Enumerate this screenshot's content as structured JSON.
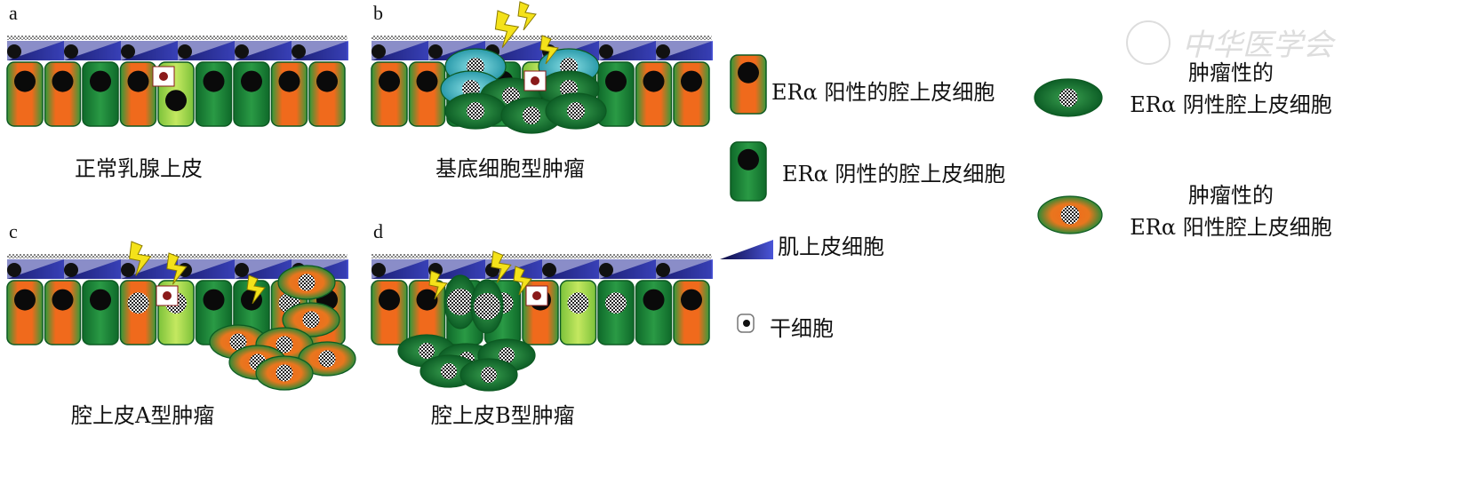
{
  "panels": [
    {
      "letter": "a",
      "caption": "正常乳腺上皮"
    },
    {
      "letter": "b",
      "caption": "基底细胞型肿瘤"
    },
    {
      "letter": "c",
      "caption": "腔上皮A型肿瘤"
    },
    {
      "letter": "d",
      "caption": "腔上皮B型肿瘤"
    }
  ],
  "legend": {
    "er_pos_luminal": "ERα 阳性的腔上皮细胞",
    "er_neg_luminal": "ERα 阴性的腔上皮细胞",
    "myoepithelial": "肌上皮细胞",
    "stem_cell": "干细胞",
    "tumor_neg_line1": "肿瘤性的",
    "tumor_neg_line2": "ERα 阴性腔上皮细胞",
    "tumor_pos_line1": "肿瘤性的",
    "tumor_pos_line2": "ERα 阳性腔上皮细胞"
  },
  "watermark": "中华医学会",
  "colors": {
    "orange": "#f26a1b",
    "green": "#1e8a3a",
    "dark_green": "#0f6a2a",
    "light_green": "#9ad14a",
    "myo_blue": "#2a2f9a",
    "cyan": "#3fb8c4"
  }
}
